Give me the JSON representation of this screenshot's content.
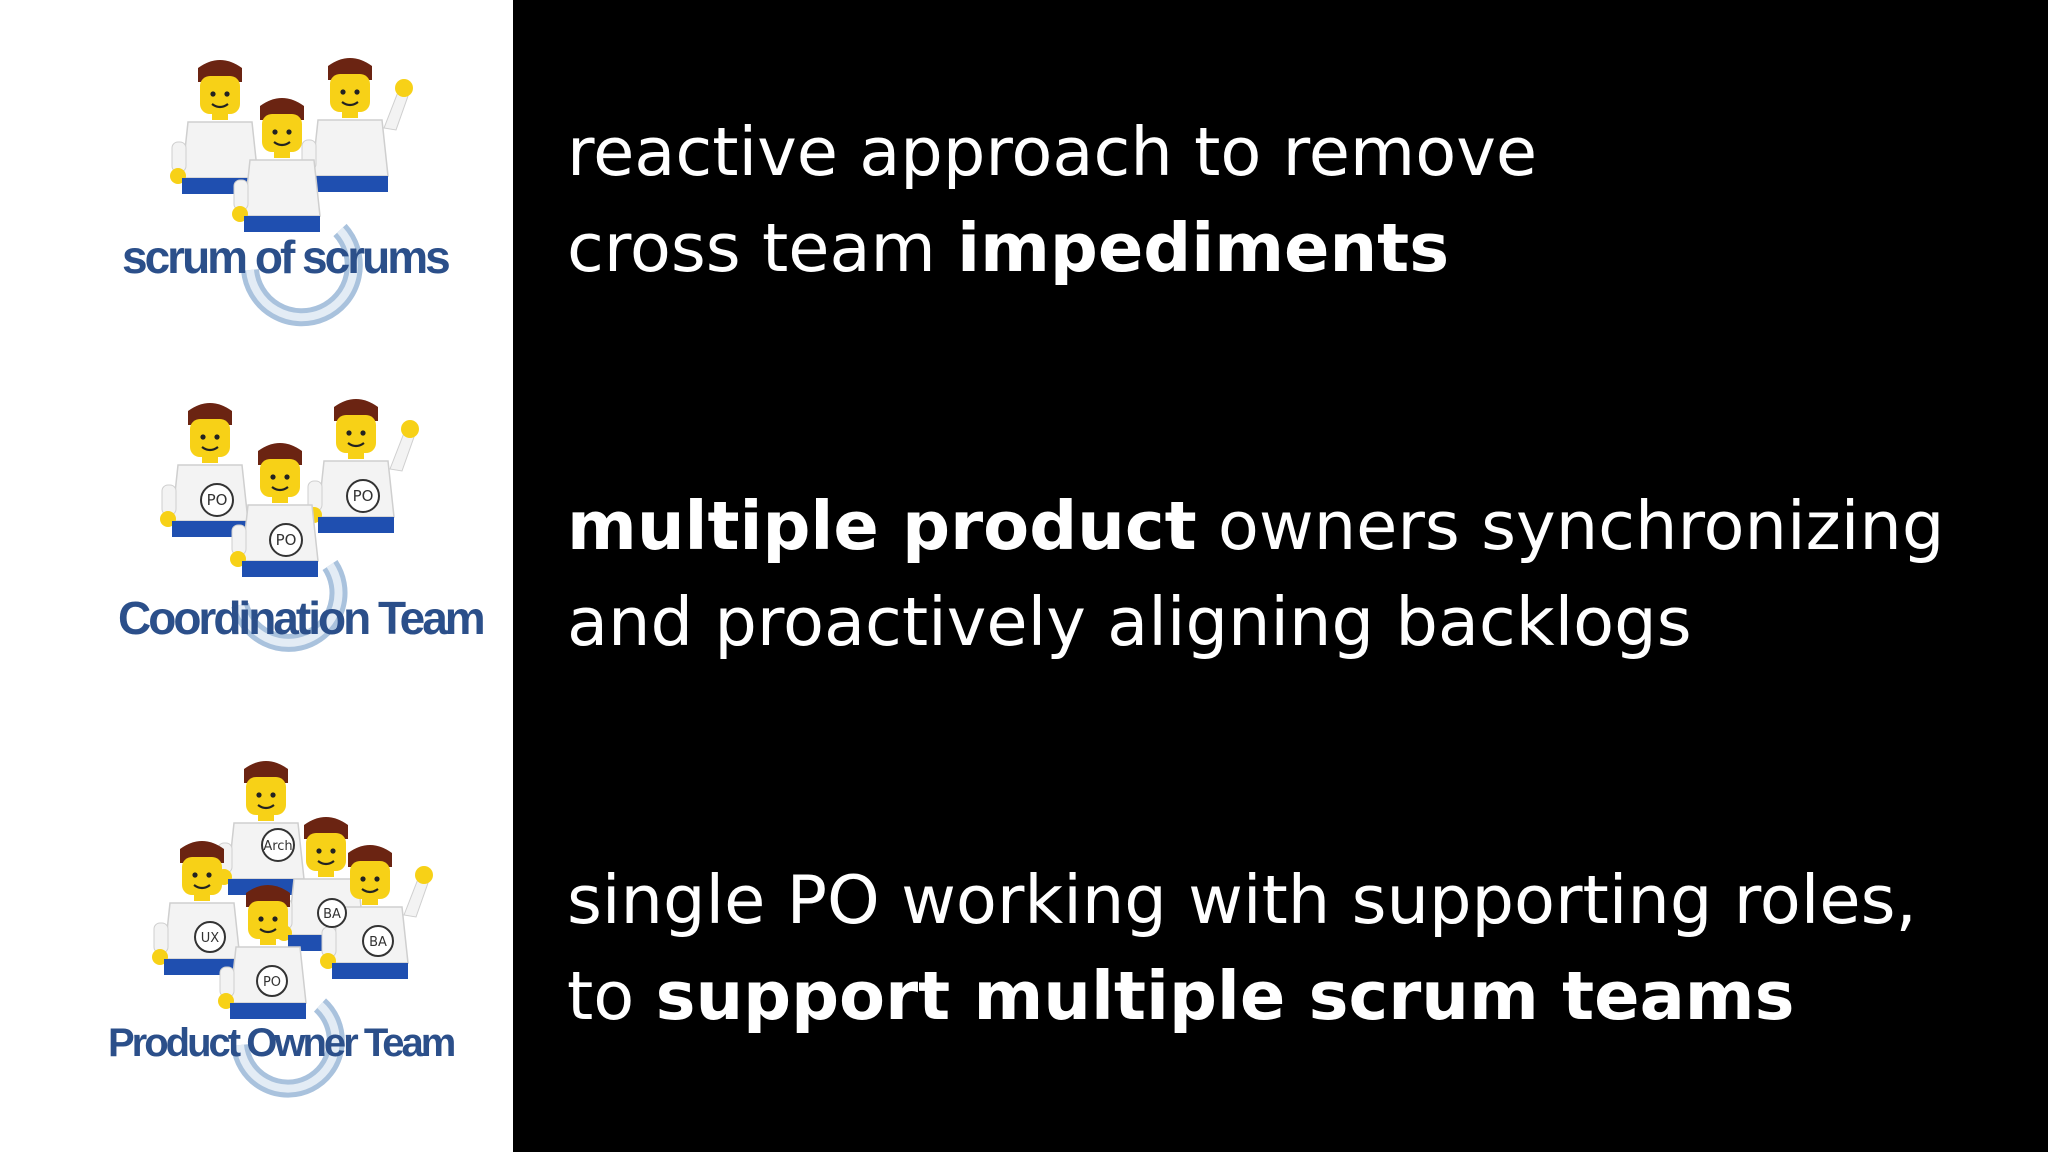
{
  "slide": {
    "colors": {
      "left_panel": "#ffffff",
      "background": "#000000",
      "label_blue": "#2b4f8a",
      "text": "#ffffff"
    },
    "groups": [
      {
        "label": "scrum of scrums",
        "figures": [],
        "icon": "lego-team-3-figures"
      },
      {
        "label": "Coordination Team",
        "figures": [
          "PO",
          "PO",
          "PO"
        ],
        "icon": "lego-team-po-figures"
      },
      {
        "label": "Product Owner Team",
        "figures": [
          "Arch",
          "BA",
          "UX",
          "BA",
          "PO"
        ],
        "icon": "lego-team-mixed-roles"
      }
    ],
    "descriptions": [
      {
        "line1": "reactive approach to remove",
        "line2_plain": "cross team ",
        "line2_bold": "impediments"
      },
      {
        "line1_bold": "multiple product",
        "line1_plain": " owners synchronizing",
        "line2": "and proactively aligning backlogs"
      },
      {
        "line1": "single PO working with supporting roles,",
        "line2_plain": "to ",
        "line2_bold": "support multiple scrum teams"
      }
    ]
  }
}
